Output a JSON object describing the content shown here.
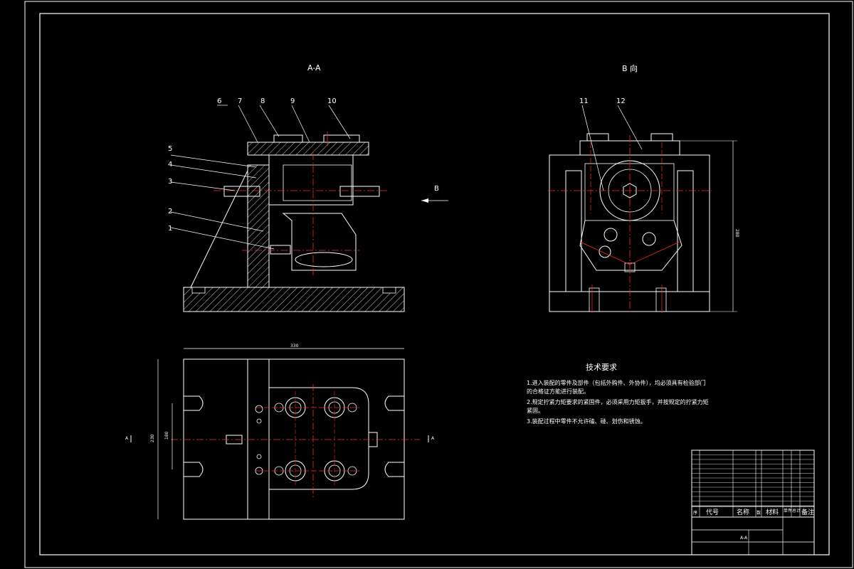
{
  "views": {
    "section_aa": "A-A",
    "view_b": "B 向",
    "arrow_b": "B"
  },
  "balloons": [
    "1",
    "2",
    "3",
    "4",
    "5",
    "6",
    "7",
    "8",
    "9",
    "10",
    "11",
    "12"
  ],
  "section_markers": {
    "left": "A",
    "right": "A"
  },
  "dimensions": {
    "top_width": "330",
    "left_outer": "230",
    "left_inner": "180",
    "right_height": "280"
  },
  "tech_requirements": {
    "title": "技术要求",
    "lines": [
      "1.进入装配的零件及部件（包括外购件、外协件），均必须具有检验部门",
      "的合格证方能进行装配。",
      "2.规定拧紧力矩要求的紧固件，必须采用力矩扳手，并按规定的拧紧力矩",
      "紧固。",
      "3.装配过程中零件不允许磕、碰、划伤和锈蚀。"
    ]
  },
  "title_block": {
    "headers": [
      "序",
      "代号",
      "名称",
      "数",
      "材料",
      "单件",
      "总计",
      "备注"
    ],
    "view_label": "A-A"
  },
  "colors": {
    "background": "#000000",
    "line": "#ffffff",
    "centerline": "#ff2a2a",
    "hatch": "#ffffff"
  }
}
